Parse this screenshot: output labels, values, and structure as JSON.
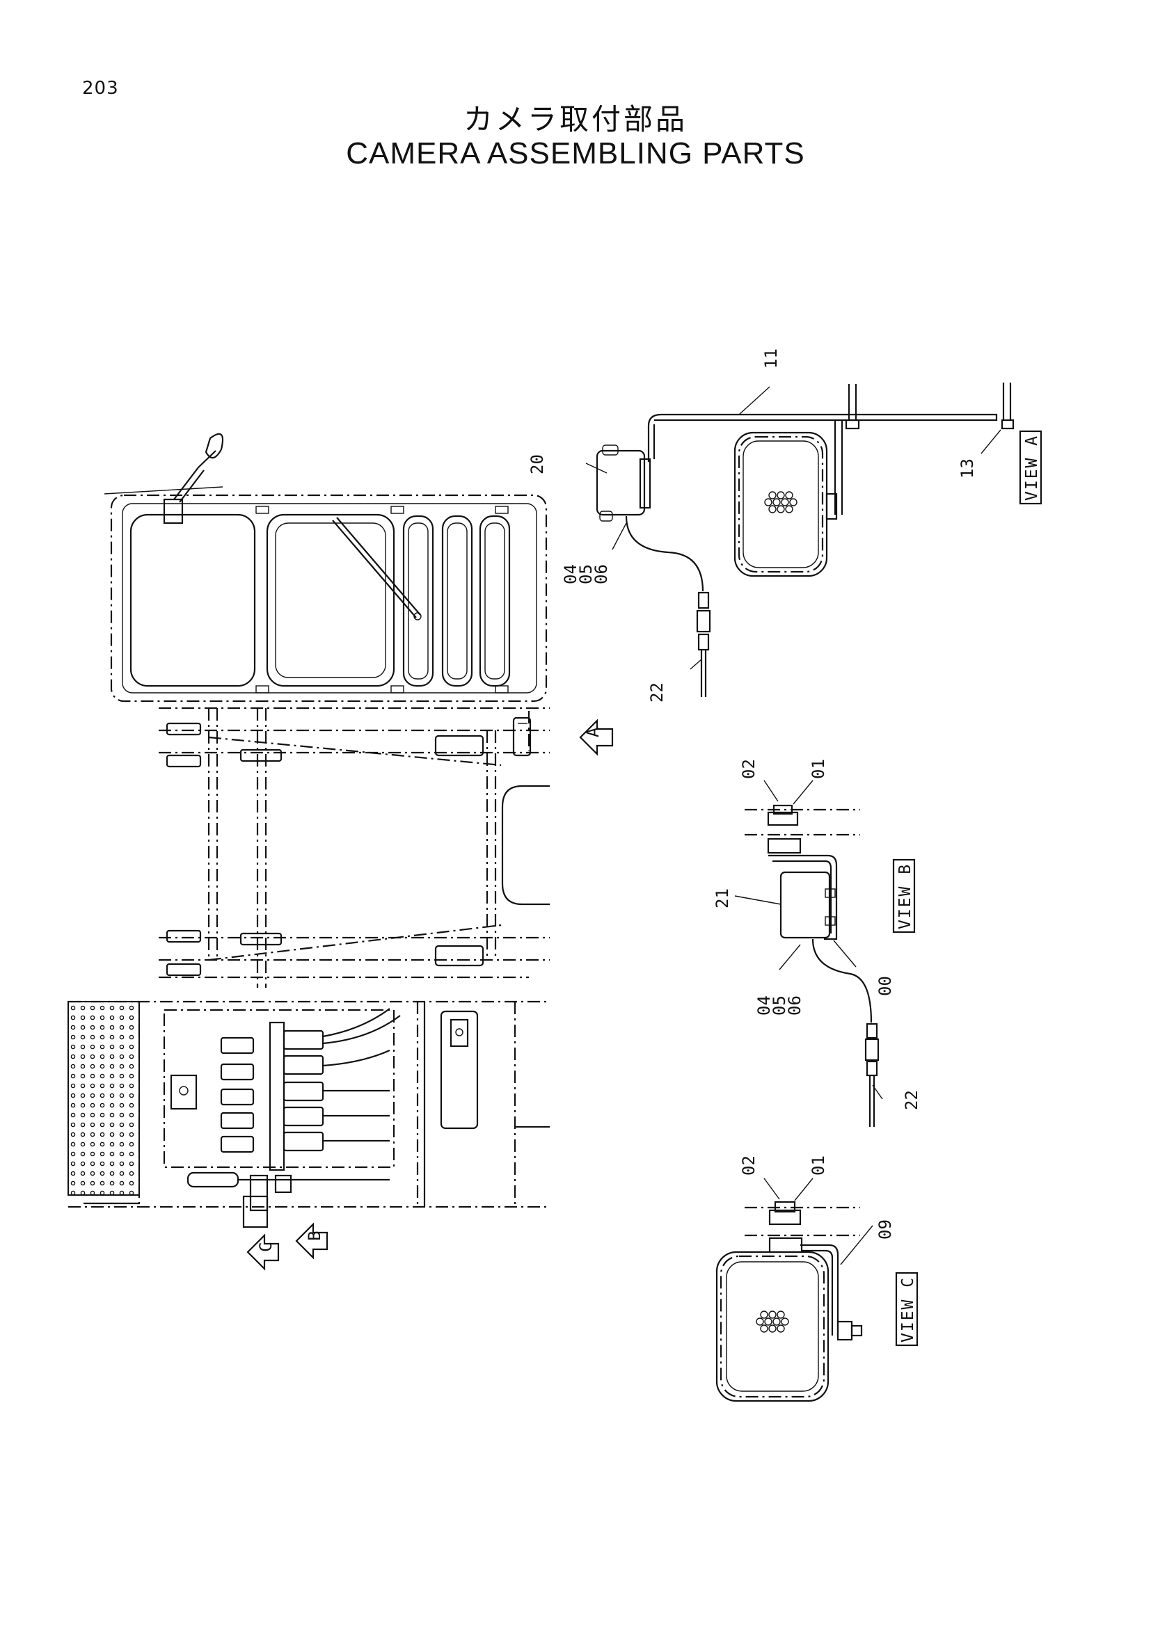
{
  "header": {
    "page_number": "203",
    "title_jp": "カメラ取付部品",
    "title_en": "CAMERA ASSEMBLING PARTS"
  },
  "views": {
    "a": "VIEW A",
    "b": "VIEW B",
    "c": "VIEW C"
  },
  "arrows": {
    "a": "A",
    "b": "B",
    "c": "C"
  },
  "callouts": {
    "view_a": [
      "11",
      "20",
      "13",
      "04",
      "05",
      "06",
      "22"
    ],
    "view_b": [
      "02",
      "01",
      "21",
      "00",
      "04",
      "05",
      "06",
      "22"
    ],
    "view_c": [
      "02",
      "01",
      "09"
    ]
  }
}
